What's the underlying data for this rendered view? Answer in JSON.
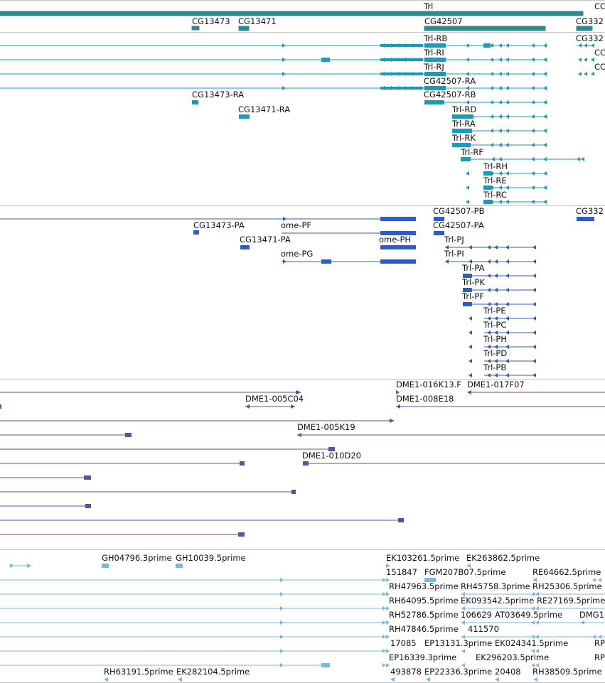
{
  "colors": {
    "gene": "#2f8a8c",
    "mrna": "#1a9bb8",
    "cds": "#2e5ec4",
    "clone": "#6a4a9c",
    "est": "#7ab8dd",
    "separator": "#c4c4c4"
  },
  "tracks": [
    {
      "id": "genes",
      "labels": [
        {
          "text": "Trl"
        },
        {
          "text": "CG13473"
        },
        {
          "text": "CG13471"
        },
        {
          "text": "CG42507"
        },
        {
          "text": "CG332"
        }
      ]
    },
    {
      "id": "transcripts",
      "labels": [
        {
          "text": "Trl-RB"
        },
        {
          "text": "Trl-RI"
        },
        {
          "text": "Trl-RJ"
        },
        {
          "text": "CG42507-RA"
        },
        {
          "text": "CG13473-RA"
        },
        {
          "text": "CG42507-RB"
        },
        {
          "text": "CG13471-RA"
        },
        {
          "text": "Trl-RD"
        },
        {
          "text": "Trl-RA"
        },
        {
          "text": "Trl-RK"
        },
        {
          "text": "Trl-RF"
        },
        {
          "text": "Trl-RH"
        },
        {
          "text": "Trl-RE"
        },
        {
          "text": "Trl-RC"
        },
        {
          "text": "CG332"
        },
        {
          "text": "CC"
        },
        {
          "text": "CC"
        }
      ]
    },
    {
      "id": "proteins",
      "labels": [
        {
          "text": "CG42507-PB"
        },
        {
          "text": "CG332"
        },
        {
          "text": "CG13473-PA"
        },
        {
          "text": "ome-PF"
        },
        {
          "text": "CG42507-PA"
        },
        {
          "text": "CG13471-PA"
        },
        {
          "text": "ome-PH"
        },
        {
          "text": "Trl-PJ"
        },
        {
          "text": "ome-PG"
        },
        {
          "text": "Trl-PI"
        },
        {
          "text": "Trl-PA"
        },
        {
          "text": "Trl-PK"
        },
        {
          "text": "Trl-PF"
        },
        {
          "text": "Trl-PE"
        },
        {
          "text": "Trl-PC"
        },
        {
          "text": "Trl-PH"
        },
        {
          "text": "Trl-PD"
        },
        {
          "text": "Trl-PB"
        }
      ]
    },
    {
      "id": "clones",
      "labels": [
        {
          "text": "DME1-016K13.F"
        },
        {
          "text": "DME1-017F07"
        },
        {
          "text": "DME1-005C04"
        },
        {
          "text": "DME1-008E18"
        },
        {
          "text": "DME1-005K19"
        },
        {
          "text": "DME1-010D20"
        }
      ]
    },
    {
      "id": "ests",
      "labels": [
        {
          "text": "GH04796.3prime"
        },
        {
          "text": "GH10039.5prime"
        },
        {
          "text": "EK103261.5prime"
        },
        {
          "text": "EK263862.5prime"
        },
        {
          "text": "151847"
        },
        {
          "text": "FGM207B07.5prime"
        },
        {
          "text": "RE64662.5prime"
        },
        {
          "text": "RH47963.5prime"
        },
        {
          "text": "RH45758.3prime"
        },
        {
          "text": "RH25306.5prime"
        },
        {
          "text": "RH64095.5prime"
        },
        {
          "text": "EK093542.5prime"
        },
        {
          "text": "RE27169.5prime"
        },
        {
          "text": "RH52786.5prime"
        },
        {
          "text": "106629"
        },
        {
          "text": "AT03649.5prime"
        },
        {
          "text": "DMG1"
        },
        {
          "text": "RH47846.5prime"
        },
        {
          "text": "411570"
        },
        {
          "text": "17085"
        },
        {
          "text": "EP13131.3prime"
        },
        {
          "text": "EK024341.5prime"
        },
        {
          "text": "RP"
        },
        {
          "text": "EP16339.3prime"
        },
        {
          "text": "EK296203.5prime"
        },
        {
          "text": "RP"
        },
        {
          "text": "RH63191.5prime"
        },
        {
          "text": "EK282104.5prime"
        },
        {
          "text": "493878"
        },
        {
          "text": "EP22336.3prime"
        },
        {
          "text": "20408"
        },
        {
          "text": "RH38509.5prime"
        }
      ]
    }
  ]
}
